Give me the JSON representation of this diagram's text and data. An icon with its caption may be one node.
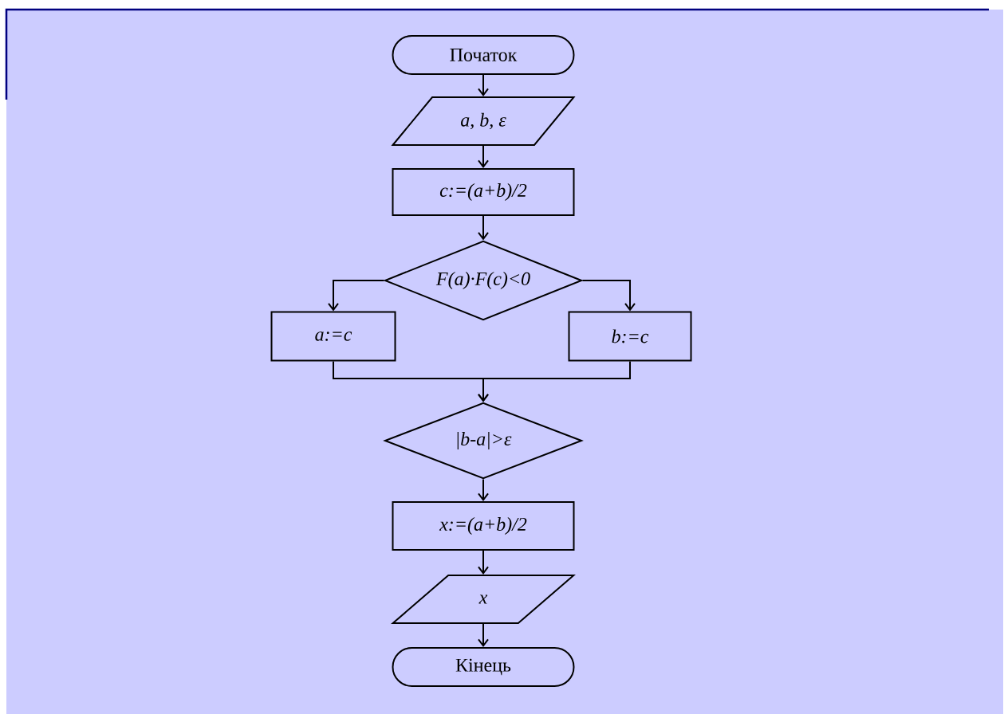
{
  "diagram": {
    "nodes": [
      {
        "text": [
          "Початок"
        ]
      },
      {
        "text": [
          "a, b, ε"
        ]
      },
      {
        "text": [
          "c:=(a+b)/2"
        ]
      },
      {
        "text": [
          "F(a)·F(c)<0"
        ]
      },
      {
        "text": [
          "a:=c"
        ]
      },
      {
        "text": [
          "b:=c"
        ]
      },
      {
        "text": [
          "|b-a|>ε"
        ]
      },
      {
        "text": [
          "x:=(a+b)/2"
        ]
      },
      {
        "text": [
          "x"
        ]
      },
      {
        "text": [
          "Кінець"
        ]
      }
    ],
    "edges": [
      {
        "from": 0,
        "to": 1,
        "arrow": "to"
      },
      {
        "from": 1,
        "to": 2,
        "arrow": "to"
      },
      {
        "from": 2,
        "to": 3,
        "arrow": "to"
      },
      {
        "from": 3,
        "to": 4,
        "arrow": "to"
      },
      {
        "from": 3,
        "to": 5,
        "arrow": "to"
      },
      {
        "from": 4,
        "to": 6,
        "arrow": "to"
      },
      {
        "from": 5,
        "to": 6,
        "arrow": "to"
      },
      {
        "from": 6,
        "to": 7,
        "arrow": "to"
      },
      {
        "from": 7,
        "to": 8,
        "arrow": "to"
      },
      {
        "from": 8,
        "to": 9,
        "arrow": "to"
      }
    ]
  }
}
